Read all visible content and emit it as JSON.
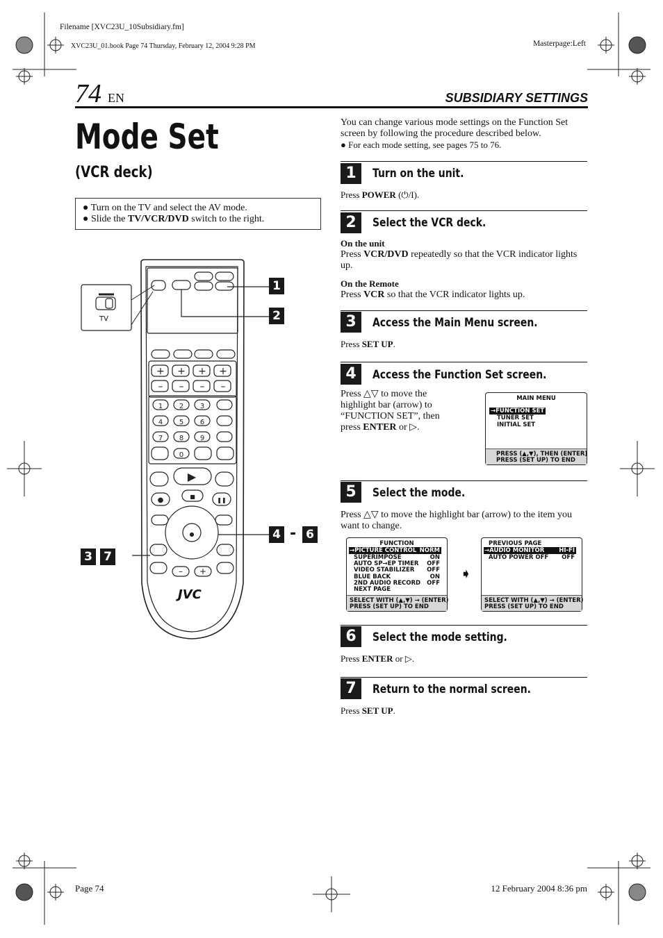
{
  "header": {
    "filename": "Filename [XVC23U_10Subsidiary.fm]",
    "book_info": "XVC23U_01.book  Page 74  Thursday, February 12, 2004  9:28 PM",
    "masterpage": "Masterpage:Left",
    "page_number": "74",
    "page_lang": "EN",
    "section": "SUBSIDIARY SETTINGS"
  },
  "title": "Mode Set",
  "subtitle": "(VCR deck)",
  "prereq": {
    "line1": "Turn on the TV and select the AV mode.",
    "line2_pre": "Slide the ",
    "line2_bold": "TV/VCR/DVD",
    "line2_post": " switch to the right."
  },
  "remote": {
    "brand": "JVC",
    "tv_label": "TV",
    "callout_1": "1",
    "callout_2": "2",
    "callout_4": "4",
    "callout_dash": "-",
    "callout_6": "6",
    "callout_3": "3",
    "callout_7": "7"
  },
  "intro": {
    "text": "You can change various mode settings on the Function Set screen by following the procedure described below.",
    "bullet": "For each mode setting, see pages 75 to 76."
  },
  "steps": [
    {
      "num": "1",
      "title": "Turn on the unit.",
      "press": "Press ",
      "key": "POWER",
      "after": " (⏻/I)."
    },
    {
      "num": "2",
      "title": "Select the VCR deck.",
      "unit_head": "On the unit",
      "unit_press": "Press ",
      "unit_key": "VCR/DVD",
      "unit_after": " repeatedly so that the VCR indicator lights up.",
      "remote_head": "On the Remote",
      "remote_press": "Press ",
      "remote_key": "VCR",
      "remote_after": " so that the VCR indicator lights up."
    },
    {
      "num": "3",
      "title": "Access the Main Menu screen.",
      "press": "Press ",
      "key": "SET UP",
      "after": "."
    },
    {
      "num": "4",
      "title": "Access the Function Set screen.",
      "text_a": "Press △▽ to move the highlight bar (arrow) to “FUNCTION SET”, then press ",
      "key": "ENTER",
      "text_b": " or ▷."
    },
    {
      "num": "5",
      "title": "Select the mode.",
      "text": "Press △▽ to move the highlight bar (arrow) to the item you want to change."
    },
    {
      "num": "6",
      "title": "Select the mode setting.",
      "press": "Press ",
      "key": "ENTER",
      "after": " or ▷."
    },
    {
      "num": "7",
      "title": "Return to the normal screen.",
      "press": "Press ",
      "key": "SET UP",
      "after": "."
    }
  ],
  "main_menu_screen": {
    "title": "MAIN MENU",
    "items": [
      "→FUNCTION SET",
      "TUNER SET",
      "INITIAL SET"
    ],
    "footer1": "PRESS (▲,▼), THEN (ENTER)",
    "footer2": "PRESS (SET UP) TO END"
  },
  "function_screen": {
    "title": "FUNCTION",
    "rows": [
      {
        "label": "→PICTURE CONTROL",
        "value": "NORM"
      },
      {
        "label": "SUPERIMPOSE",
        "value": "ON"
      },
      {
        "label": "AUTO SP→EP TIMER",
        "value": "OFF"
      },
      {
        "label": "VIDEO STABILIZER",
        "value": "OFF"
      },
      {
        "label": "BLUE BACK",
        "value": "ON"
      },
      {
        "label": "2ND AUDIO RECORD",
        "value": "OFF"
      },
      {
        "label": "NEXT PAGE",
        "value": ""
      }
    ],
    "footer1": "SELECT WITH (▲,▼) → (ENTER)",
    "footer2": "PRESS (SET UP) TO END"
  },
  "function_screen2": {
    "title": "PREVIOUS PAGE",
    "rows": [
      {
        "label": "→AUDIO MONITOR",
        "value": "HI-FI"
      },
      {
        "label": "AUTO POWER OFF",
        "value": "OFF"
      }
    ],
    "footer1": "SELECT WITH (▲,▼) → (ENTER)",
    "footer2": "PRESS (SET UP) TO END"
  },
  "footer": {
    "page": "Page 74",
    "date": "12 February 2004 8:36 pm"
  }
}
